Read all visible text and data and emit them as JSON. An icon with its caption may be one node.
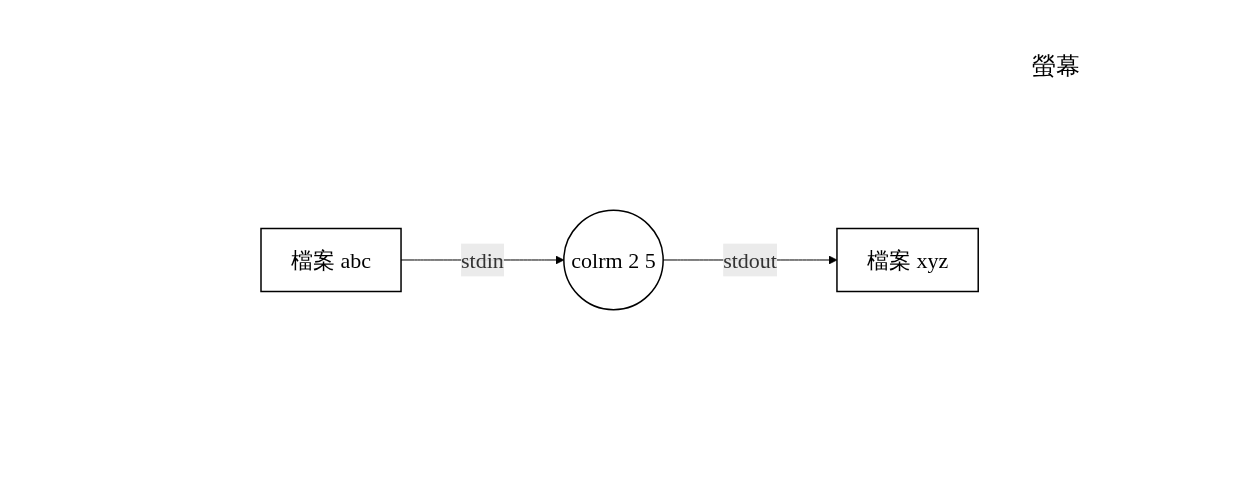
{
  "diagram": {
    "nodes": [
      {
        "text": [
          "檔案 abc"
        ]
      },
      {
        "text": [
          "colrm 2 5"
        ]
      },
      {
        "text": [
          "檔案 xyz"
        ]
      }
    ],
    "edges": [
      {
        "from": 0,
        "to": 1,
        "arrow": "to",
        "label": "stdin"
      },
      {
        "from": 1,
        "to": 2,
        "arrow": "to",
        "label": "stdout"
      }
    ],
    "labels": [
      "螢幕"
    ]
  }
}
